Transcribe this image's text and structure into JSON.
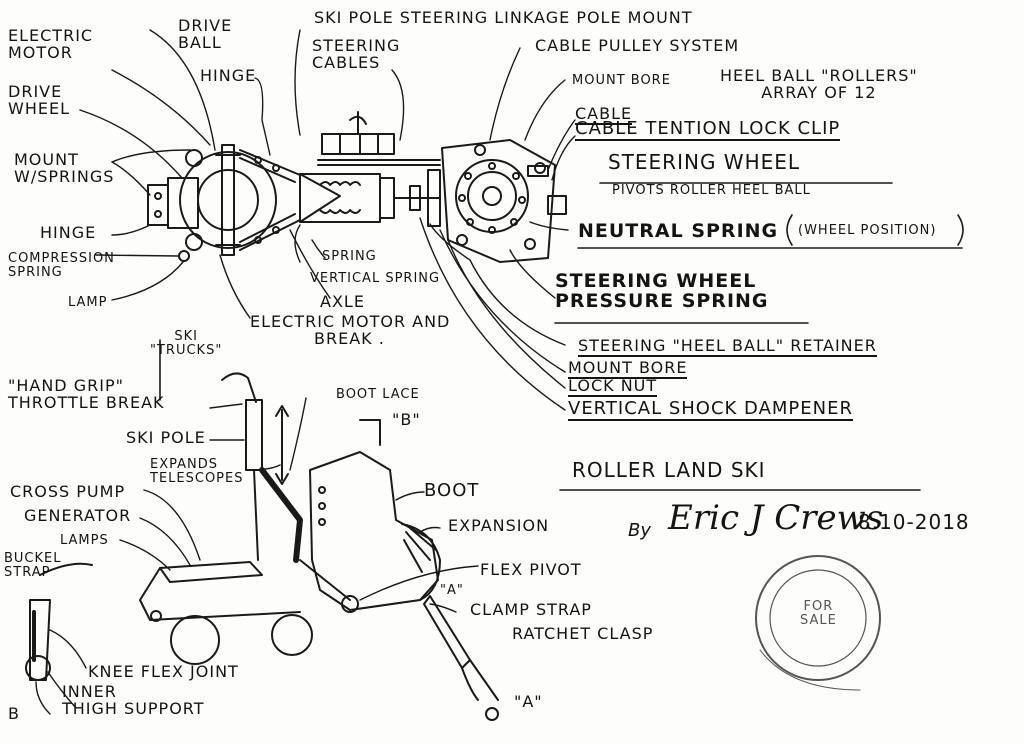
{
  "title": "ROLLER LAND SKI",
  "signature": {
    "by": "By",
    "name": "Eric J Crews",
    "date": "8.10-2018"
  },
  "labels": {
    "electric_motor": [
      "ELECTRIC",
      "MOTOR"
    ],
    "drive_ball": [
      "DRIVE",
      "BALL"
    ],
    "ski_pole_linkage": "SKI POLE STEERING LINKAGE POLE MOUNT",
    "steering_cables": [
      "STEERING",
      "CABLES"
    ],
    "cable_pulley": "CABLE PULLEY SYSTEM",
    "hinge_top": "HINGE",
    "drive_wheel": [
      "DRIVE",
      "WHEEL"
    ],
    "mount_bore_top": "MOUNT BORE",
    "heel_ball_rollers": [
      "HEEL BALL \"ROLLERS\"",
      "ARRAY OF 12"
    ],
    "cable": "CABLE",
    "cable_tention": "CABLE TENTION LOCK CLIP",
    "mount_springs": [
      "MOUNT",
      "W/SPRINGS"
    ],
    "steering_wheel": "STEERING WHEEL",
    "pivots_roller": "PIVOTS ROLLER HEEL BALL",
    "hinge_left": "HINGE",
    "neutral_spring": "NEUTRAL SPRING",
    "wheel_position": "(WHEEL POSITION)",
    "compression_spring": [
      "COMPRESSION",
      "SPRING"
    ],
    "spring": "SPRING",
    "vertical_spring": "VERTICAL SPRING",
    "lamp": "LAMP",
    "axle": "AXLE",
    "pressure_spring": [
      "STEERING WHEEL",
      "PRESSURE SPRING"
    ],
    "electric_motor_break": [
      "ELECTRIC MOTOR AND",
      "BREAK ."
    ],
    "ski_trucks": [
      "SKI",
      "\"TRUCKS\""
    ],
    "heel_ball_retainer": "STEERING \"HEEL BALL\" RETAINER",
    "mount_bore_bottom": "MOUNT BORE",
    "lock_nut": "LOCK NUT",
    "vertical_shock": "VERTICAL SHOCK DAMPENER",
    "hand_grip": [
      "\"HAND GRIP\"",
      "THROTTLE BREAK"
    ],
    "boot_lace": "BOOT LACE",
    "b_top": "\"B\"",
    "ski_pole": "SKI POLE",
    "expands": [
      "EXPANDS",
      "TELESCOPES"
    ],
    "boot": "BOOT",
    "cross_pump": "CROSS PUMP",
    "generator": "GENERATOR",
    "lamps": "LAMPS",
    "expansion": "EXPANSION",
    "buckel_strap": [
      "BUCKEL",
      "STRAP"
    ],
    "flex_pivot": "FLEX PIVOT",
    "a_mid": "\"A\"",
    "clamp_strap": "CLAMP STRAP",
    "ratchet_clasp": "RATCHET CLASP",
    "knee_flex": "KNEE FLEX JOINT",
    "inner_thigh": [
      "INNER",
      "THIGH SUPPORT"
    ],
    "b_bottom": "B",
    "a_bottom": "\"A\""
  },
  "stamp": [
    "FOR",
    "SALE"
  ]
}
